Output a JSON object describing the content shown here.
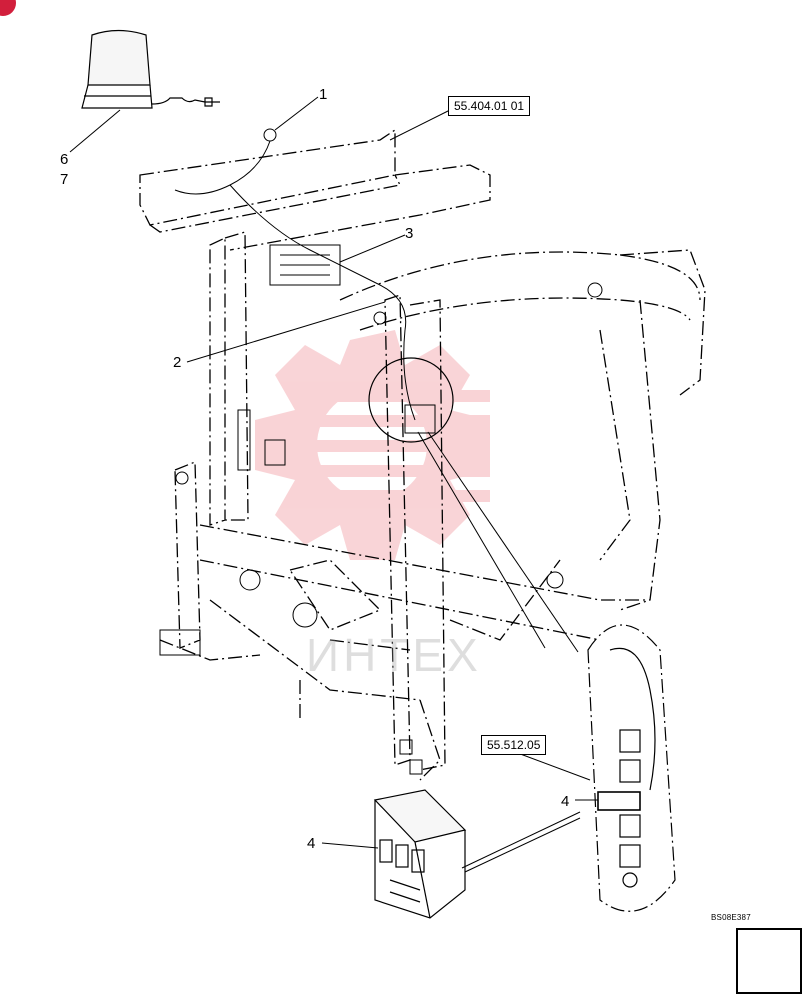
{
  "diagram": {
    "callouts": [
      {
        "id": "c1",
        "text": "1"
      },
      {
        "id": "c2",
        "text": "2"
      },
      {
        "id": "c3",
        "text": "3"
      },
      {
        "id": "c4a",
        "text": "4"
      },
      {
        "id": "c4b",
        "text": "4"
      },
      {
        "id": "c6",
        "text": "6"
      },
      {
        "id": "c7",
        "text": "7"
      }
    ],
    "references": [
      {
        "id": "ref1",
        "text": "55.404.01 01"
      },
      {
        "id": "ref2",
        "text": "55.512.05"
      }
    ],
    "figure_code": "BS08E387",
    "watermark": {
      "text": "ИНТЕХ",
      "color": "#f2a0a6"
    },
    "accent_color": "#d21f3c",
    "nav_icon": "arrow-down-left-icon"
  }
}
